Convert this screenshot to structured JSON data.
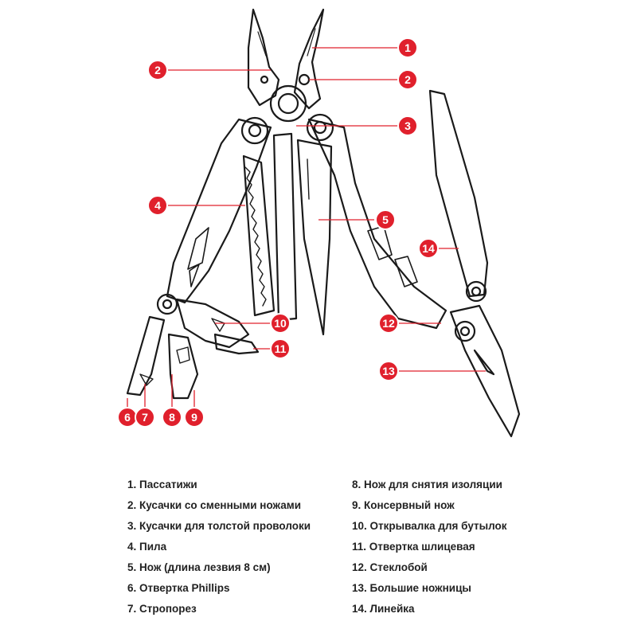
{
  "colors": {
    "accent": "#e0202c",
    "outline": "#1a1a1a",
    "text": "#222222"
  },
  "callouts": [
    {
      "label": "1"
    },
    {
      "label": "2"
    },
    {
      "label": "2"
    },
    {
      "label": "3"
    },
    {
      "label": "4"
    },
    {
      "label": "5"
    },
    {
      "label": "14"
    },
    {
      "label": "12"
    },
    {
      "label": "10"
    },
    {
      "label": "11"
    },
    {
      "label": "13"
    },
    {
      "label": "6"
    },
    {
      "label": "7"
    },
    {
      "label": "8"
    },
    {
      "label": "9"
    }
  ],
  "legend": {
    "left": [
      "1. Пассатижи",
      "2. Кусачки со сменными ножами",
      "3. Кусачки для толстой проволоки",
      "4. Пила",
      "5. Нож (длина лезвия 8 см)",
      "6. Отвертка Phillips",
      "7. Стропорез"
    ],
    "right": [
      "8. Нож для снятия изоляции",
      "9. Консервный нож",
      "10. Открывалка для бутылок",
      "11. Отвертка шлицевая",
      "12. Стеклобой",
      "13. Большие ножницы",
      "14. Линейка"
    ]
  }
}
